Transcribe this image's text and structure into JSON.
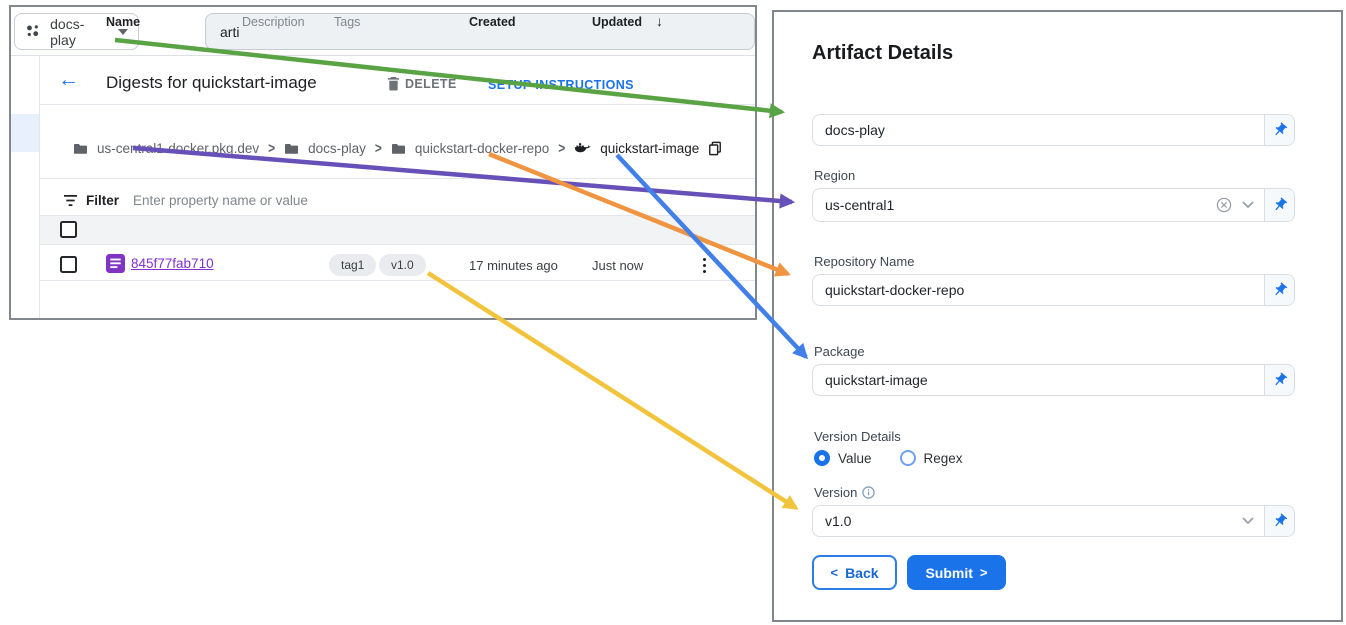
{
  "console": {
    "project_selector": {
      "label": "docs-play"
    },
    "search": {
      "value": "arti"
    },
    "page_header": {
      "back_icon": "←",
      "title": "Digests for quickstart-image",
      "delete_label": "DELETE",
      "setup_label": "SETUP INSTRUCTIONS"
    },
    "breadcrumb": {
      "items": [
        {
          "label": "us-central1-docker.pkg.dev",
          "icon": "folder-icon"
        },
        {
          "label": "docs-play",
          "icon": "folder-icon"
        },
        {
          "label": "quickstart-docker-repo",
          "icon": "folder-icon"
        },
        {
          "label": "quickstart-image",
          "icon": "docker-icon"
        }
      ],
      "separator": ">"
    },
    "filter": {
      "label": "Filter",
      "placeholder": "Enter property name or value"
    },
    "table": {
      "headers": {
        "name": "Name",
        "description": "Description",
        "tags": "Tags",
        "created": "Created",
        "updated": "Updated",
        "sort_icon": "↓"
      },
      "row": {
        "name": "845f77fab710",
        "tags": [
          "tag1",
          "v1.0"
        ],
        "created": "17 minutes ago",
        "updated": "Just now"
      }
    }
  },
  "form": {
    "title": "Artifact Details",
    "project_field": {
      "value": "docs-play"
    },
    "region_field": {
      "label": "Region",
      "value": "us-central1"
    },
    "repository_field": {
      "label": "Repository Name",
      "value": "quickstart-docker-repo"
    },
    "package_field": {
      "label": "Package",
      "value": "quickstart-image"
    },
    "version_details": {
      "label": "Version Details",
      "options": [
        {
          "label": "Value",
          "selected": true
        },
        {
          "label": "Regex",
          "selected": false
        }
      ]
    },
    "version_field": {
      "label": "Version",
      "value": "v1.0"
    },
    "back_chevron": "<",
    "back_button": "Back",
    "submit_button": "Submit",
    "submit_chevron": ">"
  },
  "colors": {
    "accent_blue": "#1a73e8",
    "link_purple": "#8430ce",
    "arrow_green": "#5aa344",
    "arrow_purple": "#6750b8",
    "arrow_orange": "#ef9440",
    "arrow_blue": "#4180e8",
    "arrow_yellow": "#f2c43d"
  }
}
